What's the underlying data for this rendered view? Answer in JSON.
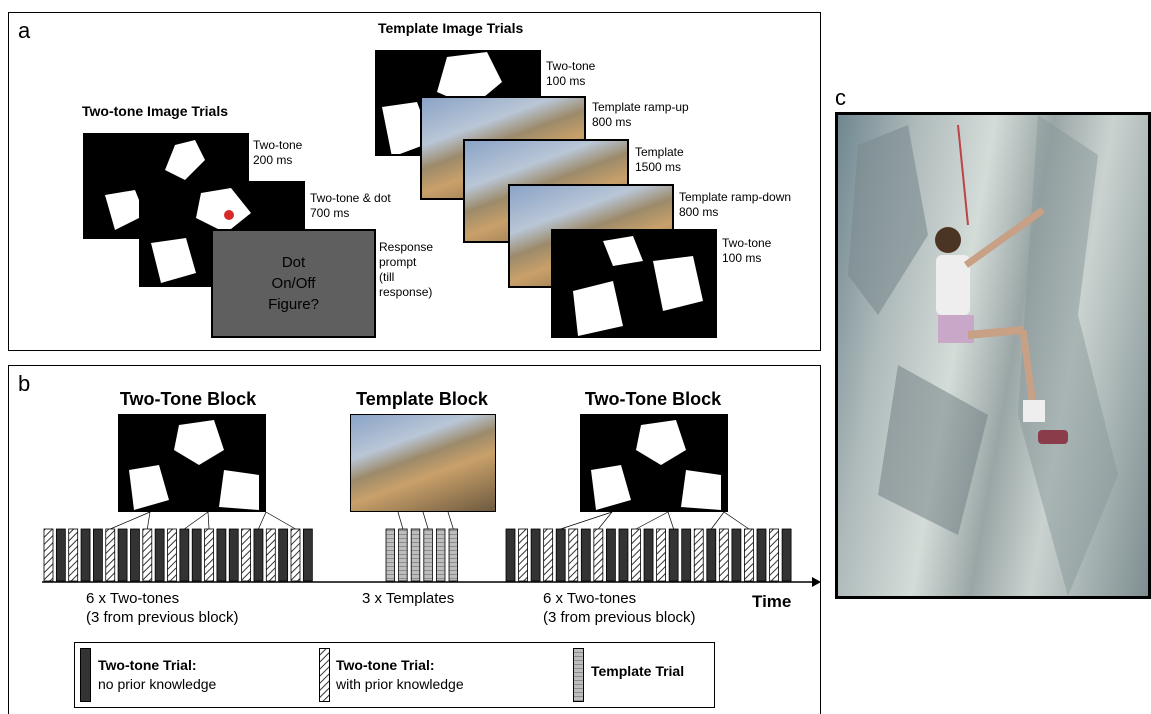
{
  "panel_a": {
    "letter": "a",
    "left_title": "Two-tone Image Trials",
    "right_title": "Template Image Trials",
    "left_steps": [
      {
        "label": "Two-tone\n200 ms"
      },
      {
        "label": "Two-tone & dot\n700 ms"
      },
      {
        "label": "Response\nprompt\n(till\nresponse)"
      }
    ],
    "prompt_lines": [
      "Dot",
      "On/Off",
      "Figure?"
    ],
    "right_steps": [
      {
        "label": "Two-tone\n100 ms"
      },
      {
        "label": "Template ramp-up\n800 ms"
      },
      {
        "label": "Template\n1500 ms"
      },
      {
        "label": "Template ramp-down\n800 ms"
      },
      {
        "label": "Two-tone\n100 ms"
      }
    ],
    "colors": {
      "dot": "#d62a2a",
      "prompt_bg": "#5f5f5f"
    }
  },
  "panel_b": {
    "letter": "b",
    "blocks": [
      {
        "title": "Two-Tone Block",
        "caption": "6 x Two-tones\n(3 from previous block)"
      },
      {
        "title": "Template Block",
        "caption": "3 x Templates"
      },
      {
        "title": "Two-Tone Block",
        "caption": "6 x Two-tones\n(3 from previous block)"
      }
    ],
    "time_label": "Time",
    "trial_sequence": {
      "block1": [
        "H",
        "D",
        "H",
        "D",
        "D",
        "H",
        "D",
        "D",
        "H",
        "D",
        "H",
        "D",
        "D",
        "H",
        "D",
        "D",
        "H",
        "D",
        "H",
        "D",
        "H",
        "D"
      ],
      "block2": [
        "T",
        "T",
        "T",
        "T",
        "T",
        "T"
      ],
      "block3": [
        "D",
        "H",
        "D",
        "H",
        "D",
        "H",
        "D",
        "H",
        "D",
        "D",
        "H",
        "D",
        "H",
        "D",
        "D",
        "H",
        "D",
        "H",
        "D",
        "H",
        "D",
        "H",
        "D"
      ]
    },
    "legend": [
      {
        "title": "Two-tone Trial:",
        "subtitle": "no prior knowledge",
        "kind": "D"
      },
      {
        "title": "Two-tone Trial:",
        "subtitle": "with prior knowledge",
        "kind": "H"
      },
      {
        "title": "Template Trial",
        "subtitle": "",
        "kind": "T"
      }
    ]
  },
  "panel_c": {
    "letter": "c"
  }
}
